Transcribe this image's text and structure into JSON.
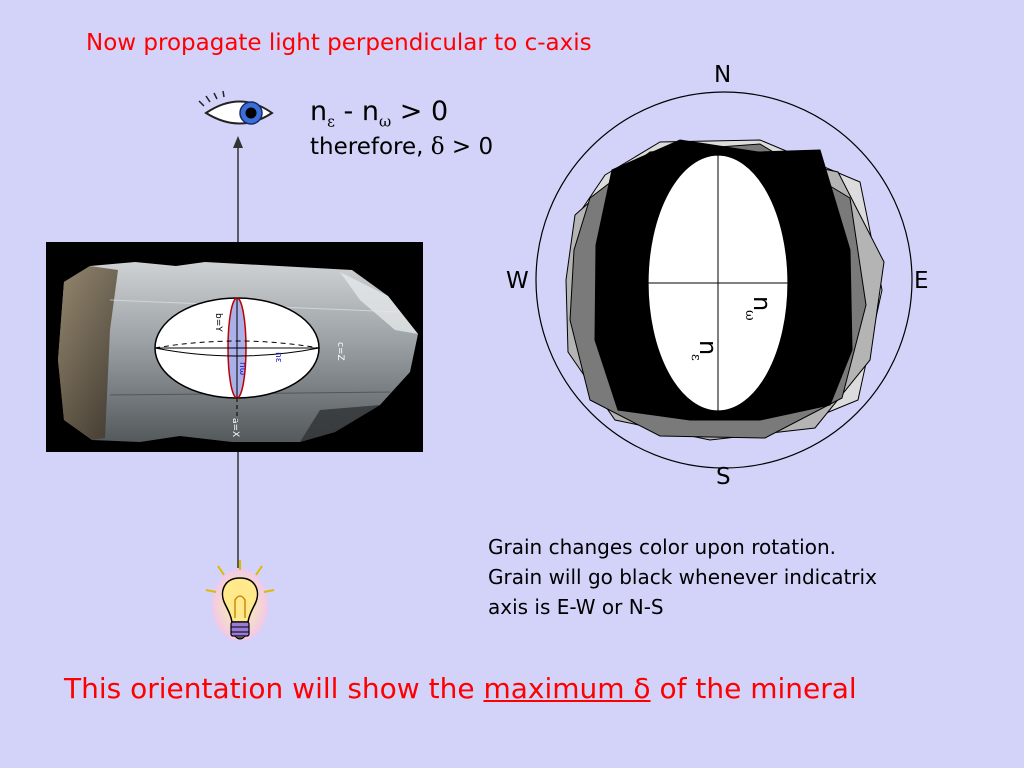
{
  "title": "Now propagate light perpendicular to c-axis",
  "equation": {
    "n1": "n",
    "sub1": "ε",
    "minus": " - ",
    "n2": "n",
    "sub2": "ω",
    "gt": " > 0",
    "line2_prefix": "therefore, ",
    "delta": "δ",
    "line2_suffix": " > 0"
  },
  "crystal_labels": {
    "b_axis": "b=Y",
    "c_axis": "c=Z",
    "a_axis": "a=X",
    "n_eps": "nε",
    "n_omega": "nω"
  },
  "stage": {
    "north": "N",
    "south": "S",
    "west": "W",
    "east": "E",
    "n_omega_main": "n",
    "n_omega_sub": "ω",
    "n_eps_main": "n",
    "n_eps_sub": "ε"
  },
  "note_lines": [
    "Grain changes color upon rotation.",
    "Grain will go black whenever indicatrix",
    "axis is E-W or N-S"
  ],
  "conclusion": {
    "prefix": "This orientation will show the ",
    "underlined": "maximum δ",
    "suffix": " of the mineral"
  },
  "colors": {
    "background": "#d3d3f9",
    "accent": "#ff0000"
  }
}
